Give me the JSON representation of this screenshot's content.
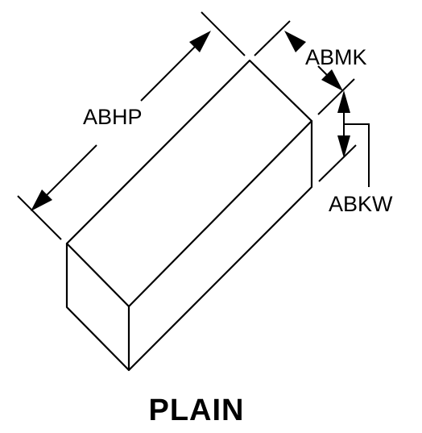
{
  "diagram": {
    "title": "PLAIN",
    "labels": {
      "length": "ABHP",
      "thickness": "ABMK",
      "width": "ABKW"
    },
    "colors": {
      "line": "#000000",
      "background": "#ffffff"
    }
  }
}
